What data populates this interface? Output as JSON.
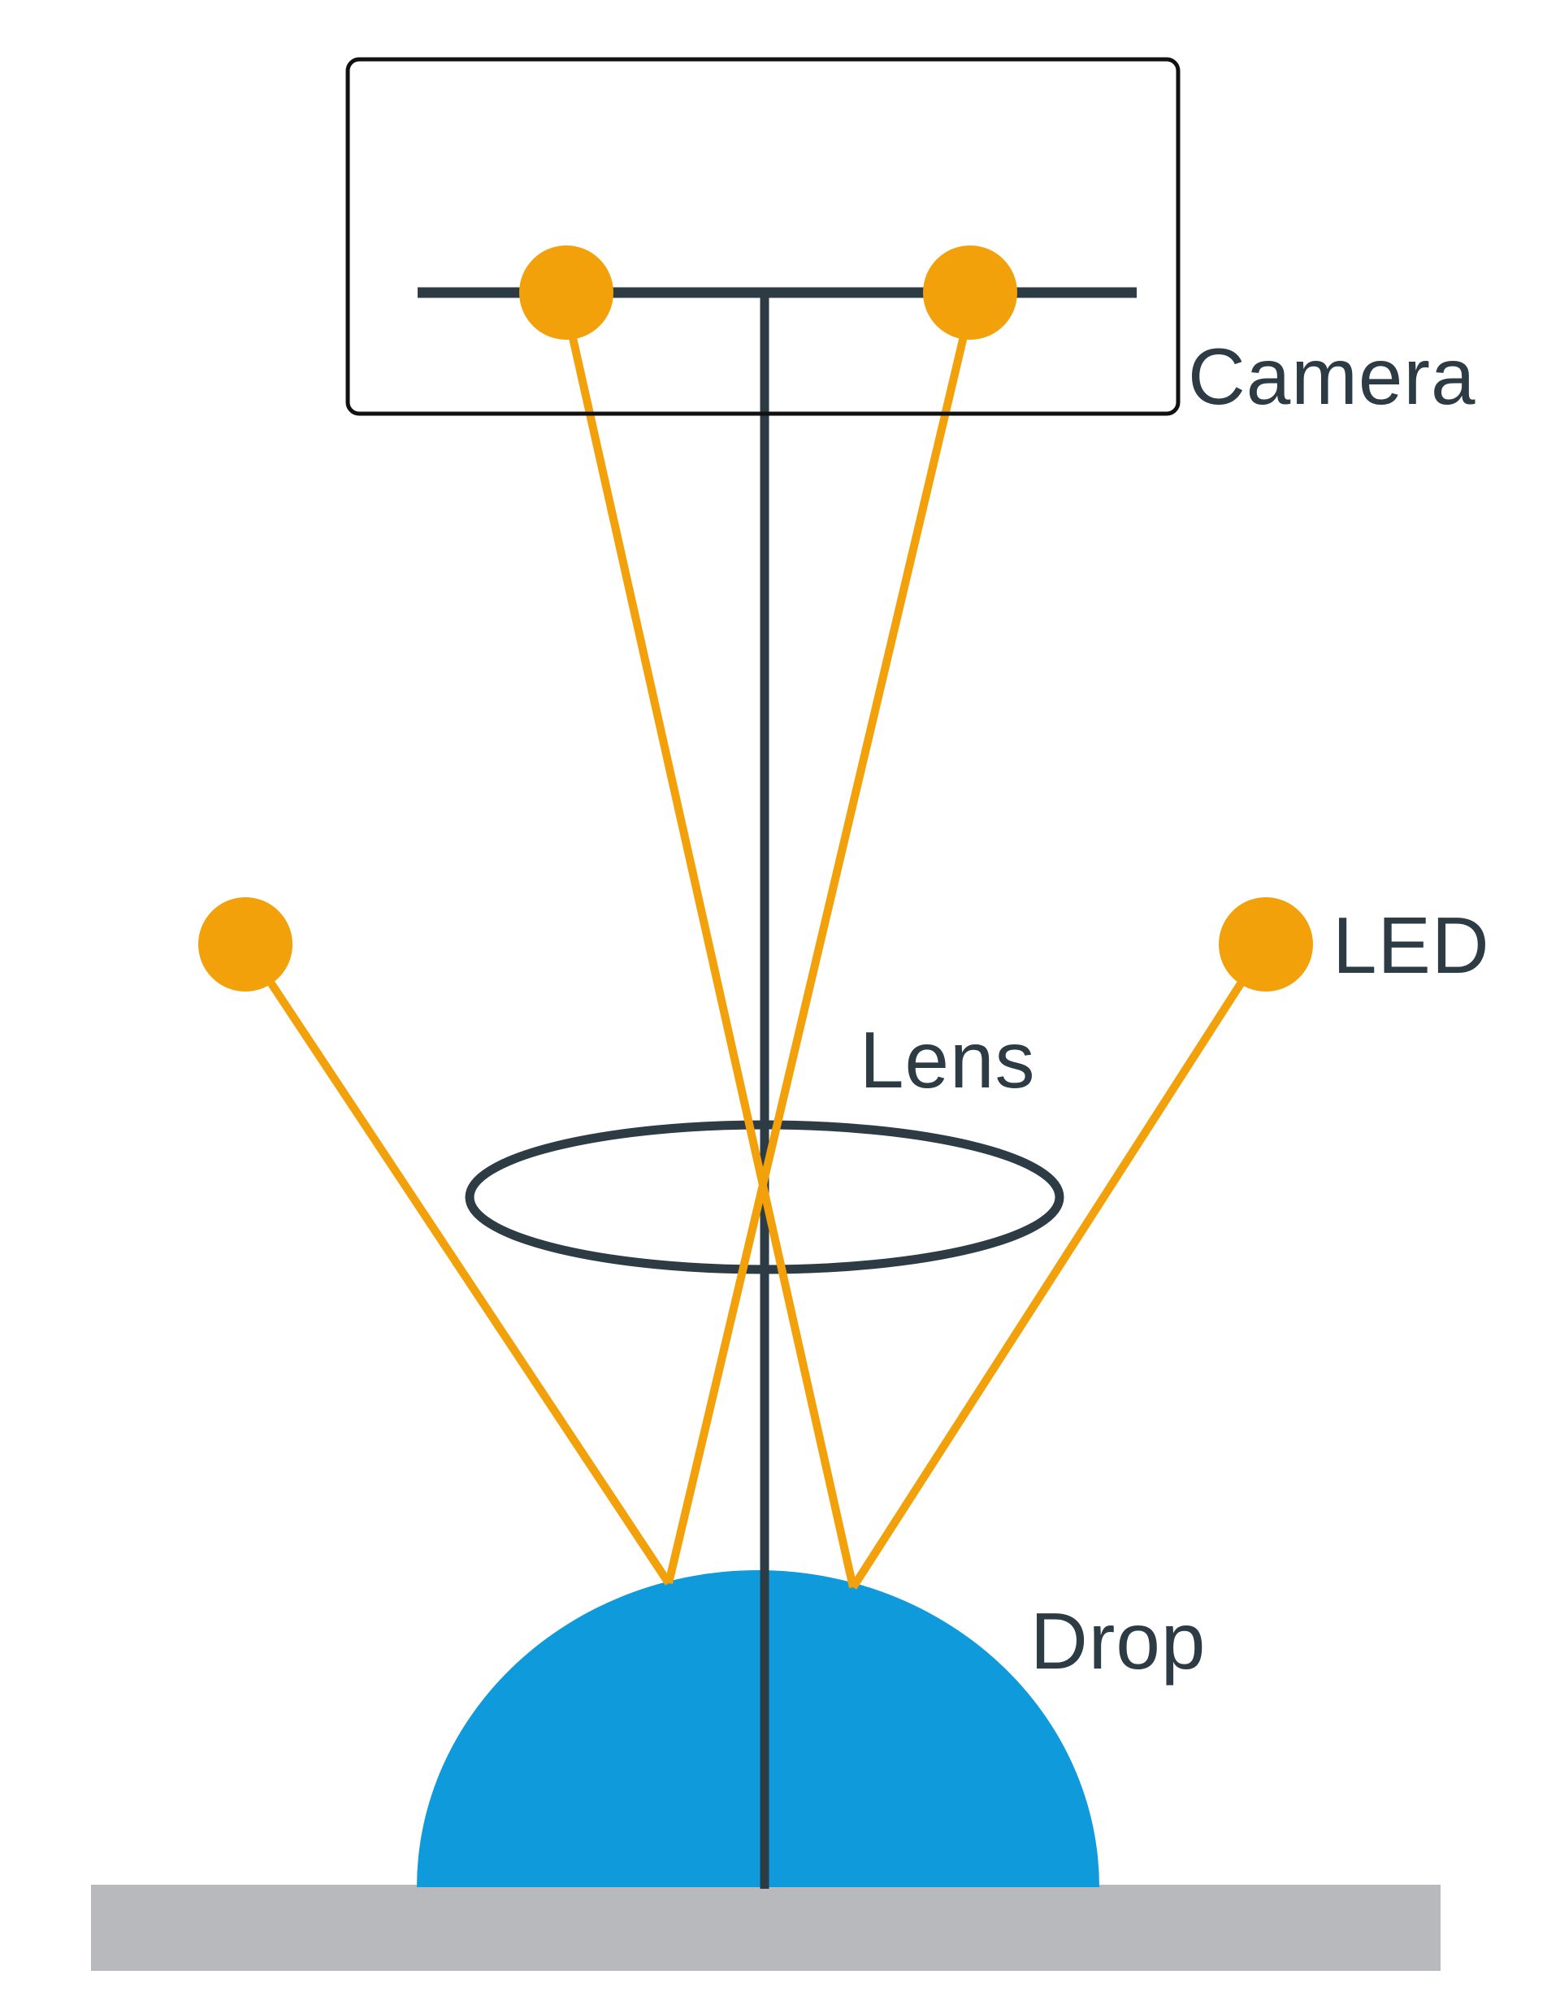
{
  "figure": {
    "description": "Schematic diagram of an optical setup measuring a sessile drop: two LEDs illuminate a drop, reflected rays pass through a lens onto a camera sensor",
    "labels": {
      "camera": "Camera",
      "led": "LED",
      "lens": "Lens",
      "drop": "Drop"
    }
  },
  "colors": {
    "background": "#ffffff",
    "ray_orange": "#F2A10B",
    "outline_dark": "#2C3B44",
    "box_black": "#111111",
    "drop_blue": "#0F9BDB",
    "substrate_gray": "#B7B9BC",
    "label_dark": "#2C3B44"
  }
}
